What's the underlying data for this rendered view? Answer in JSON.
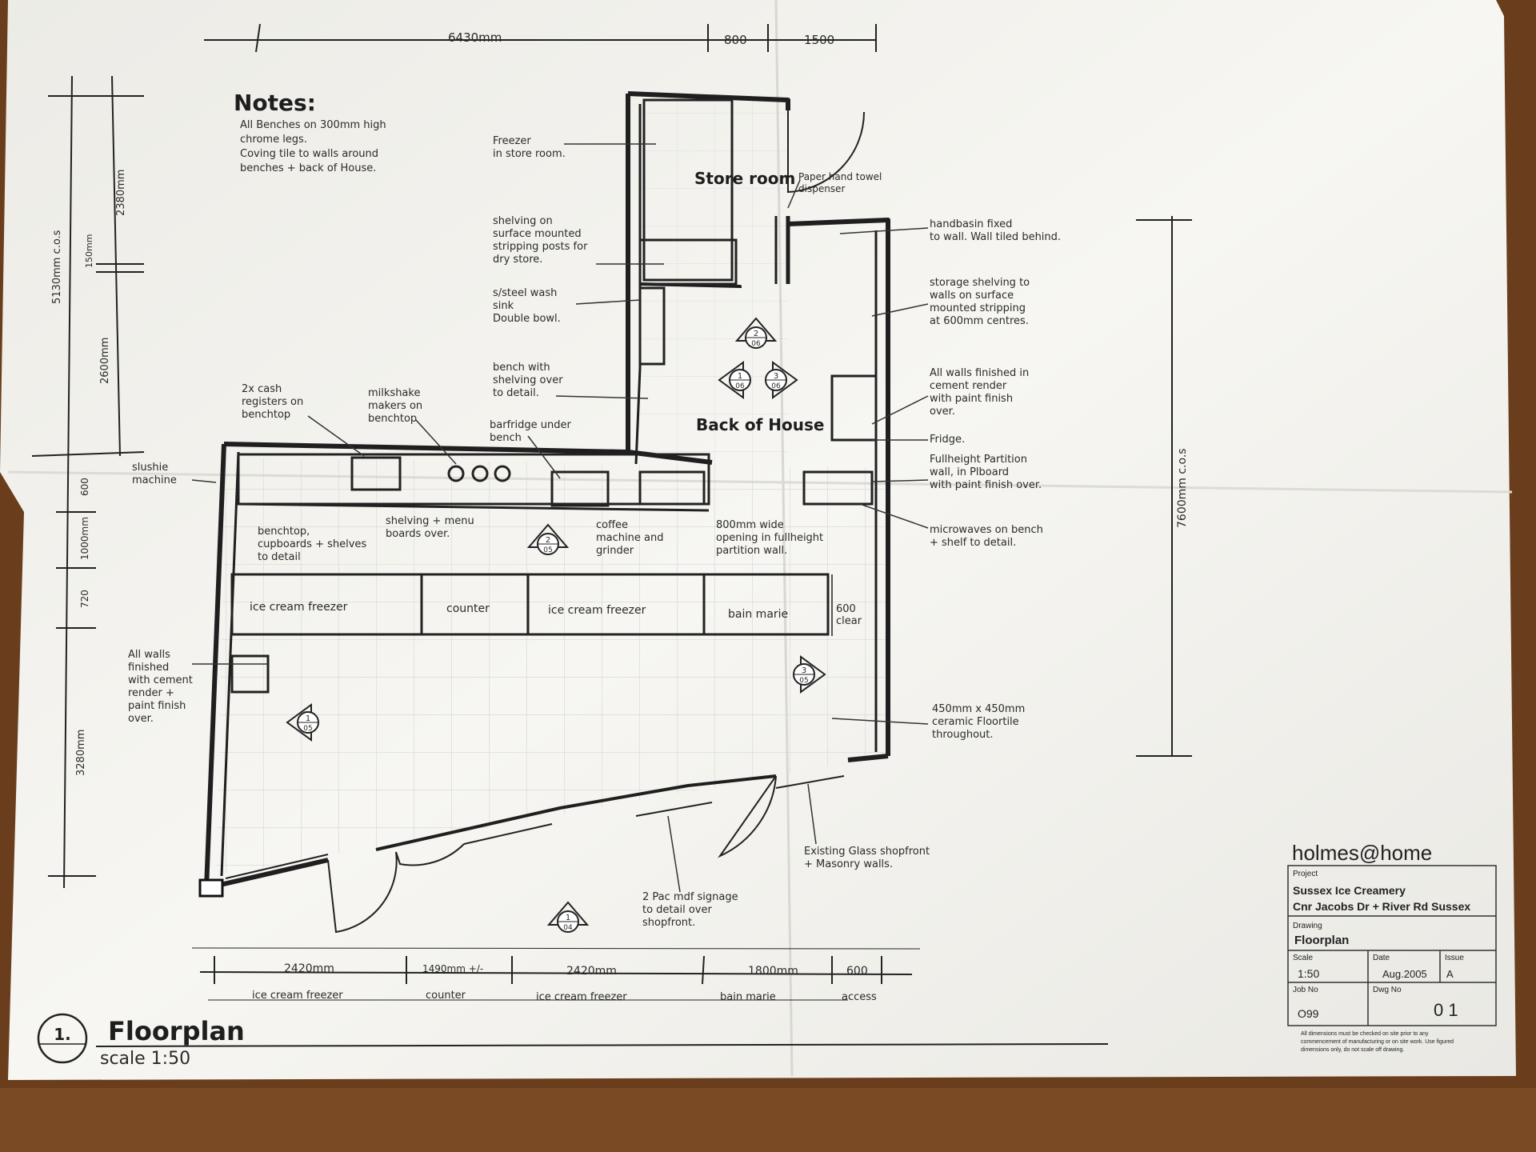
{
  "notes": {
    "heading": "Notes:",
    "lines": [
      "All Benches on 300mm high",
      "chrome legs.",
      "Coving tile to walls around",
      "benches + back of House."
    ]
  },
  "top_dims": [
    "6430mm",
    "800",
    "1500"
  ],
  "left_dims": [
    "5130mm c.o.s",
    "2380mm",
    "150mm",
    "2600mm",
    "600",
    "1000mm",
    "720",
    "3280mm"
  ],
  "right_dim": "7600mm c.o.s",
  "rooms": {
    "store": "Store room",
    "boh": "Back of House"
  },
  "labels": {
    "freezer": [
      "Freezer",
      "in store room."
    ],
    "shelving": [
      "shelving on",
      "surface mounted",
      "stripping posts for",
      "dry store."
    ],
    "sink": [
      "s/steel wash",
      "sink",
      "Double bowl."
    ],
    "bench": [
      "bench with",
      "shelving over",
      "to detail."
    ],
    "barfridge": [
      "barfridge under",
      "bench"
    ],
    "cash": [
      "2x cash",
      "registers on",
      "benchtop"
    ],
    "milkshake": [
      "milkshake",
      "makers on",
      "benchtop"
    ],
    "slushie": [
      "slushie",
      "machine"
    ],
    "menu": [
      "shelving + menu",
      "boards over."
    ],
    "benchtop": [
      "benchtop,",
      "cupboards + shelves",
      "to detail"
    ],
    "coffee": [
      "coffee",
      "machine and",
      "grinder"
    ],
    "opening": [
      "800mm wide",
      "opening in fullheight",
      "partition wall."
    ],
    "towel": [
      "Paper hand towel",
      "dispenser"
    ],
    "handbasin": [
      "handbasin fixed",
      "to wall. Wall tiled behind."
    ],
    "storage": [
      "storage shelving to",
      "walls on surface",
      "mounted stripping",
      "at 600mm centres."
    ],
    "walls_render": [
      "All walls finished in",
      "cement render",
      "with paint finish",
      "over."
    ],
    "fridge": "Fridge.",
    "partition": [
      "Fullheight Partition",
      "wall, in Plboard",
      "with paint finish over."
    ],
    "microwaves": [
      "microwaves on bench",
      "+ shelf to detail."
    ],
    "walls_left": [
      "All walls",
      "finished",
      "with cement",
      "render +",
      "paint finish",
      "over."
    ],
    "floortile": [
      "450mm x 450mm",
      "ceramic Floortile",
      "throughout."
    ],
    "shopfront": [
      "Existing Glass shopfront",
      "+ Masonry walls."
    ],
    "signage": [
      "2 Pac mdf signage",
      "to detail over",
      "shopfront."
    ],
    "clear": [
      "600",
      "clear"
    ]
  },
  "counter_items": [
    "ice cream freezer",
    "counter",
    "ice cream freezer",
    "bain marie"
  ],
  "sections": [
    {
      "num": "2",
      "sheet": "06"
    },
    {
      "num": "1",
      "sheet": "06"
    },
    {
      "num": "3",
      "sheet": "06"
    },
    {
      "num": "2",
      "sheet": "05"
    },
    {
      "num": "3",
      "sheet": "05"
    },
    {
      "num": "1",
      "sheet": "05"
    },
    {
      "num": "1",
      "sheet": "04"
    }
  ],
  "bottom_dims": [
    {
      "value": "2420mm",
      "label": "ice cream freezer"
    },
    {
      "value": "1490mm +/-",
      "label": "counter"
    },
    {
      "value": "2420mm",
      "label": "ice cream freezer"
    },
    {
      "value": "1800mm",
      "label": "bain marie"
    },
    {
      "value": "600",
      "label": "access"
    }
  ],
  "title": {
    "number": "1.",
    "name": "Floorplan",
    "scale": "scale 1:50"
  },
  "title_block": {
    "firm": "holmes@home",
    "project_label": "Project",
    "project": [
      "Sussex Ice Creamery",
      "Cnr Jacobs Dr + River Rd Sussex"
    ],
    "drawing_label": "Drawing",
    "drawing": "Floorplan",
    "scale_label": "Scale",
    "scale": "1:50",
    "date_label": "Date",
    "date": "Aug.2005",
    "issue_label": "Issue",
    "issue": "A",
    "job_label": "Job No",
    "job": "O99",
    "dwg_label": "Dwg No",
    "dwg": "0 1",
    "disclaimer": [
      "All dimensions must be checked on site prior to any",
      "commencement of manufacturing or on site work. Use figured",
      "dimensions only, do not scale off drawing."
    ]
  },
  "colors": {
    "paper": "#f4f3ee",
    "ink": "#2a2a2a",
    "wood": "#6a3e1d"
  }
}
